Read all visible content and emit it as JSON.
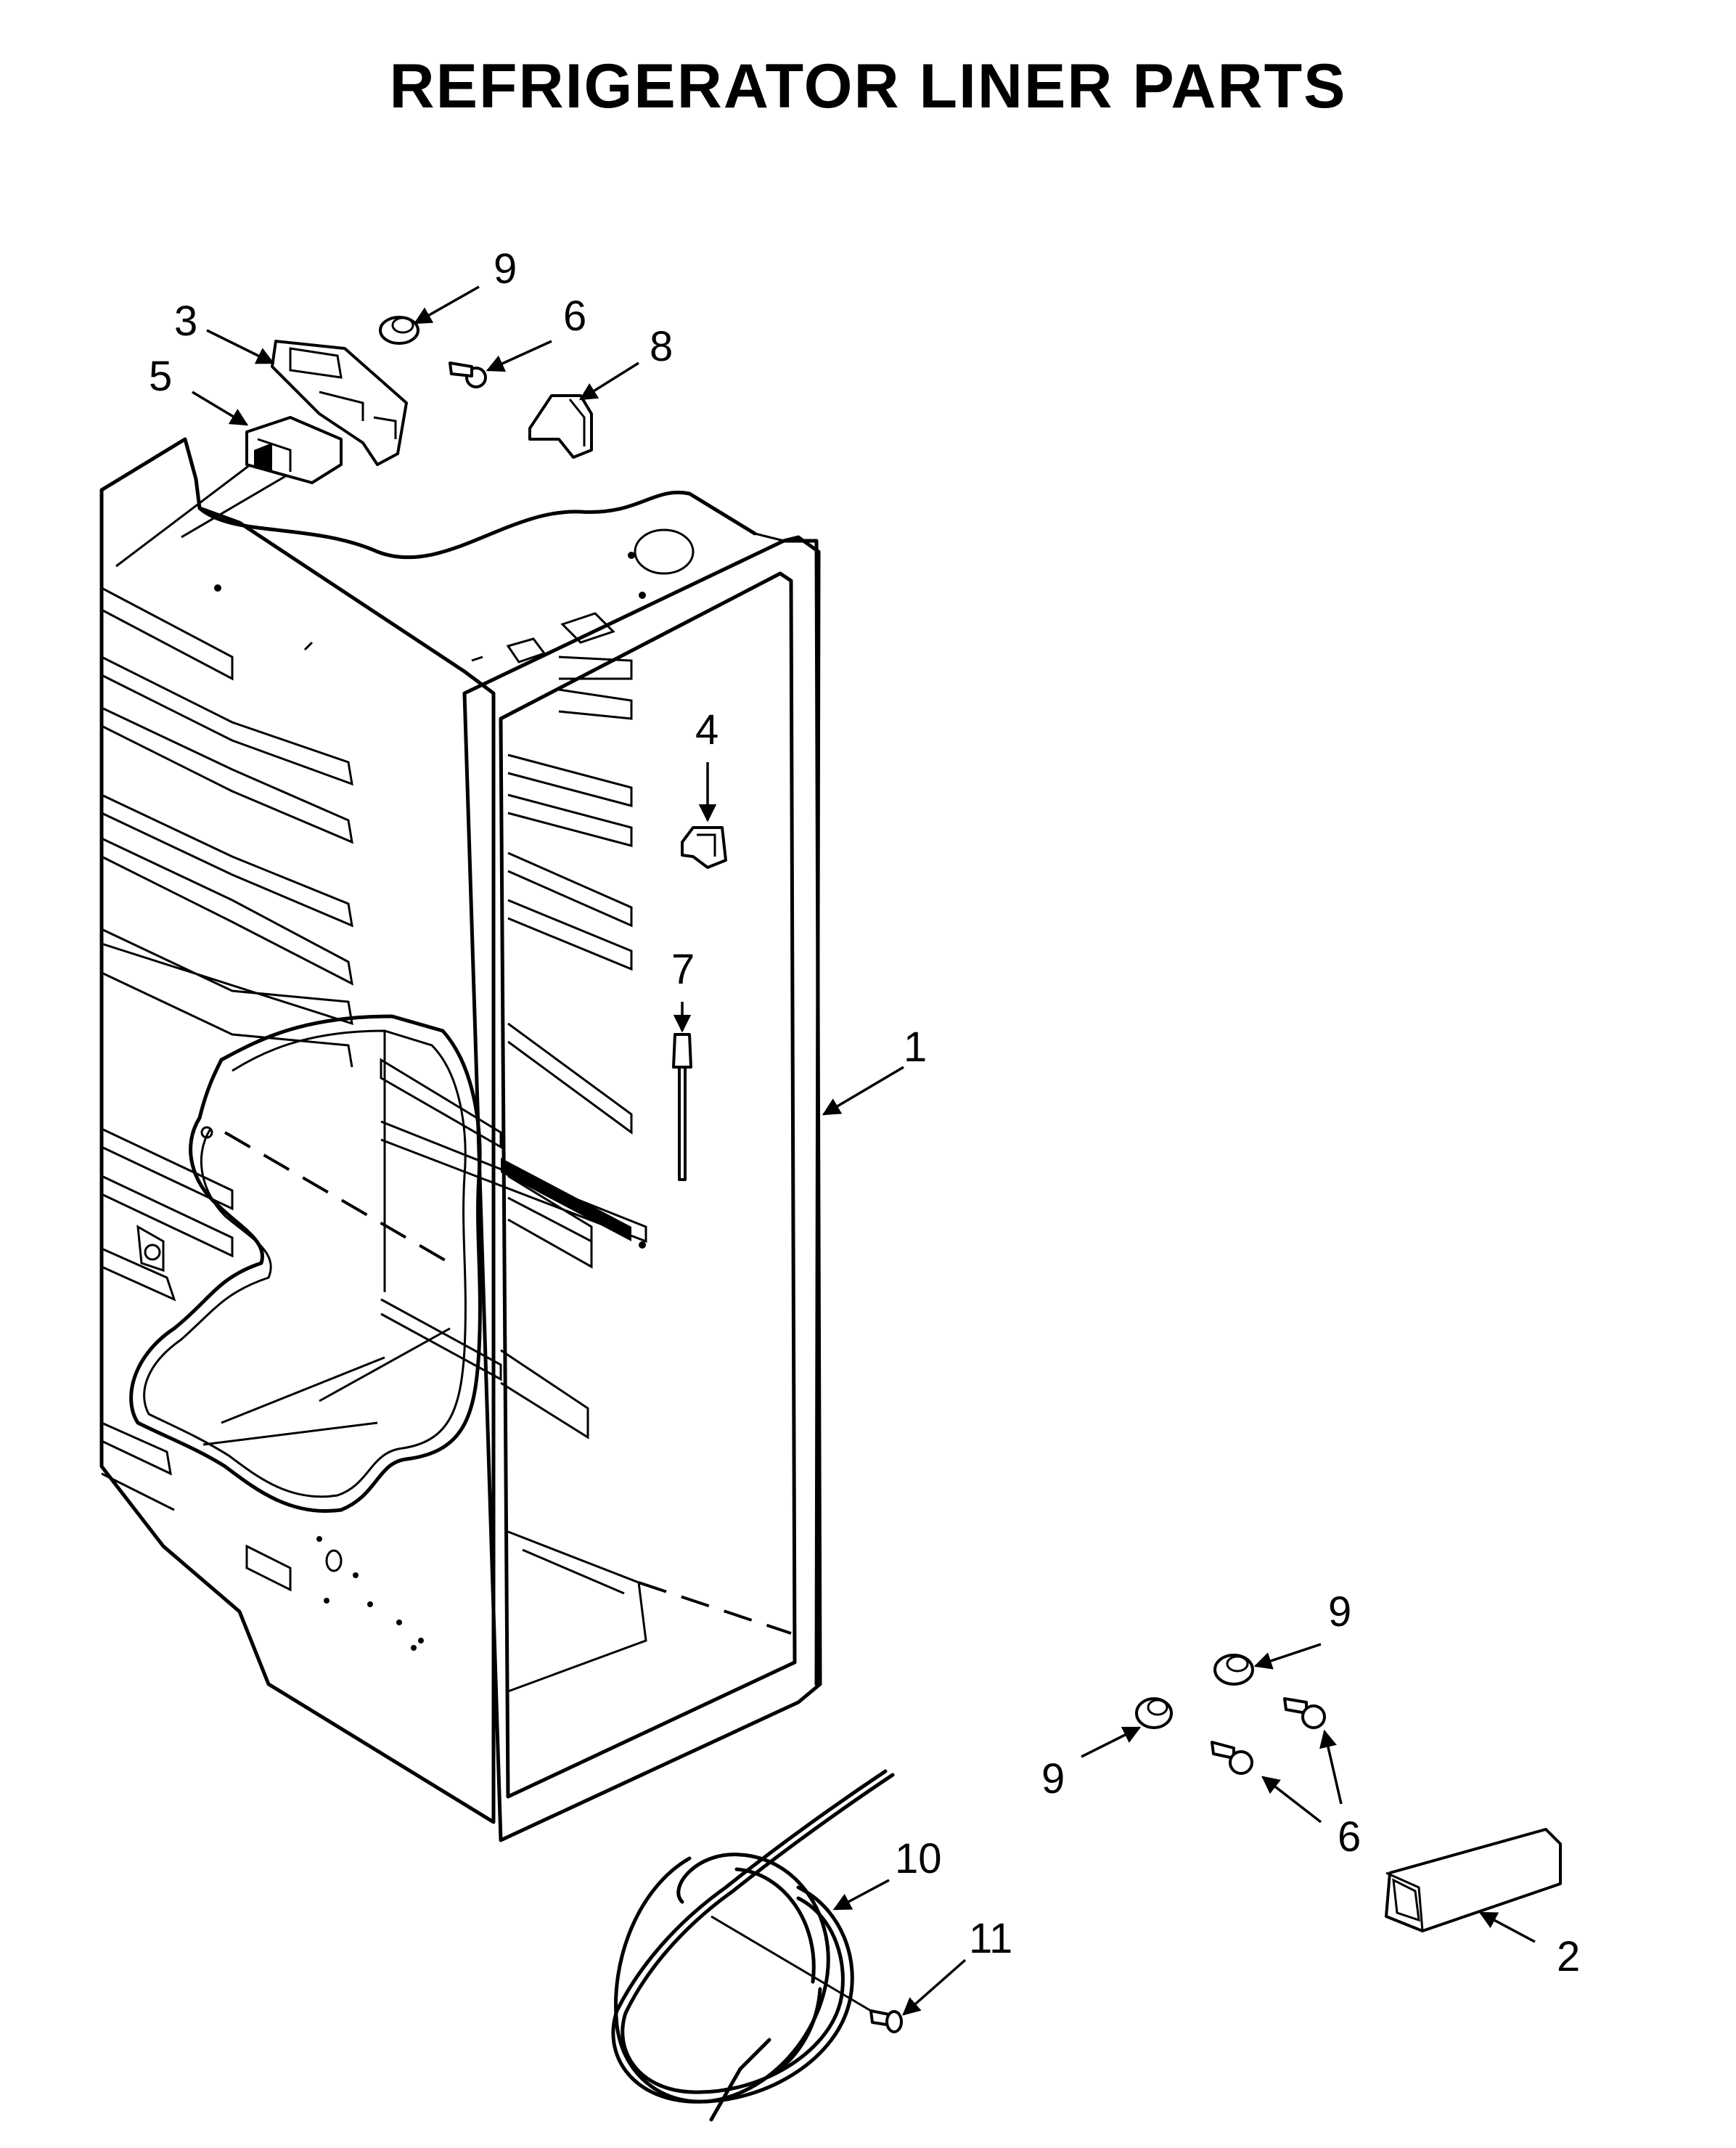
{
  "title": "REFRIGERATOR LINER PARTS",
  "callouts": [
    {
      "id": "c9a",
      "label": "9"
    },
    {
      "id": "c3",
      "label": "3"
    },
    {
      "id": "c6a",
      "label": "6"
    },
    {
      "id": "c8",
      "label": "8"
    },
    {
      "id": "c5",
      "label": "5"
    },
    {
      "id": "c4",
      "label": "4"
    },
    {
      "id": "c7",
      "label": "7"
    },
    {
      "id": "c1",
      "label": "1"
    },
    {
      "id": "c9b",
      "label": "9"
    },
    {
      "id": "c9c",
      "label": "9"
    },
    {
      "id": "c6b",
      "label": "6"
    },
    {
      "id": "c10",
      "label": "10"
    },
    {
      "id": "c11",
      "label": "11"
    },
    {
      "id": "c2",
      "label": "2"
    }
  ]
}
